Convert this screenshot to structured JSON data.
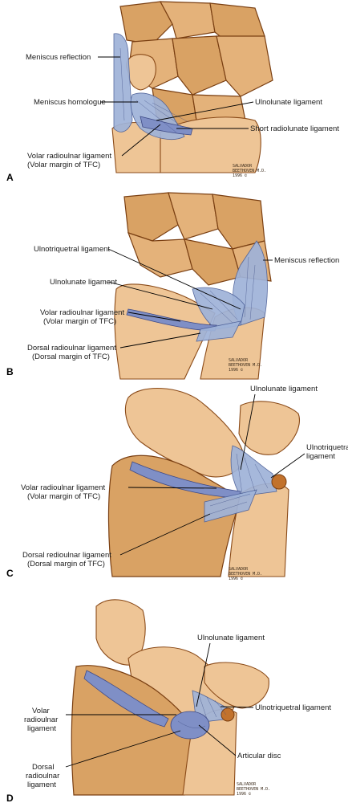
{
  "panels": [
    {
      "letter": "A",
      "labels": {
        "meniscus_reflection": "Meniscus reflection",
        "meniscus_homologue": "Meniscus homologue",
        "ulnolunate": "Ulnolunate ligament",
        "short_radiolunate": "Short radiolunate ligament",
        "volar_radioulnar_1": "Volar radioulnar ligament",
        "volar_radioulnar_2": "(Volar margin of TFC)"
      },
      "signature": [
        "SALVADOR",
        "BEETHOVEN M.D.",
        "1996 ©"
      ]
    },
    {
      "letter": "B",
      "labels": {
        "ulnotriquetral": "Ulnotriquetral ligament",
        "meniscus_reflection": "Meniscus reflection",
        "ulnolunate": "Ulnolunate ligament",
        "volar_radioulnar_1": "Volar radioulnar ligament",
        "volar_radioulnar_2": "(Volar margin of TFC)",
        "dorsal_radioulnar_1": "Dorsal radioulnar ligament",
        "dorsal_radioulnar_2": "(Dorsal margin of TFC)"
      },
      "signature": [
        "SALVADOR",
        "BEETHOVEN M.D.",
        "1996 ©"
      ]
    },
    {
      "letter": "C",
      "labels": {
        "ulnolunate": "Ulnolunate ligament",
        "ulnotriquetral_1": "Ulnotriquetral",
        "ulnotriquetral_2": "ligament",
        "volar_radioulnar_1": "Volar radioulnar ligament",
        "volar_radioulnar_2": "(Volar margin of TFC)",
        "dorsal_radioulnar_1": "Dorsal redioulnar ligament",
        "dorsal_radioulnar_2": "(Dorsal margin of TFC)"
      },
      "signature": [
        "SALVADOR",
        "BEETHOVEN M.D.",
        "1996 ©"
      ]
    },
    {
      "letter": "D",
      "labels": {
        "ulnolunate": "Ulnolunate ligament",
        "ulnotriquetral": "Ulnotriquetral ligament",
        "volar_1": "Volar",
        "volar_2": "radioulnar",
        "volar_3": "ligament",
        "articular_disc": "Articular disc",
        "dorsal_1": "Dorsal",
        "dorsal_2": "radioulnar",
        "dorsal_3": "ligament"
      },
      "signature": [
        "SALVADOR",
        "BEETHOVEN M.D.",
        "1996 ©"
      ]
    }
  ],
  "colors": {
    "bone": "#d9a264",
    "ligament": "#9fb3d9",
    "outline": "#7a3f12"
  }
}
